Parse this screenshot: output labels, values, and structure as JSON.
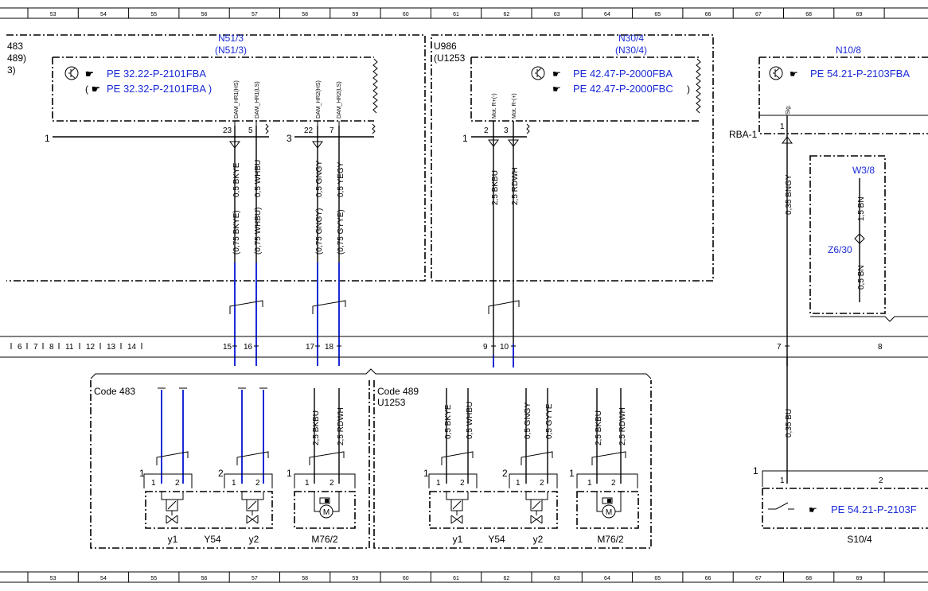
{
  "ruler": {
    "top_cells": [
      "53",
      "54",
      "55",
      "56",
      "57",
      "58",
      "59",
      "60",
      "61",
      "62",
      "63",
      "64",
      "65",
      "66",
      "67",
      "68",
      "69"
    ],
    "bottom_cells": [
      "53",
      "54",
      "55",
      "56",
      "57",
      "58",
      "59",
      "60",
      "61",
      "62",
      "63",
      "64",
      "65",
      "66",
      "67",
      "68",
      "69"
    ]
  },
  "n51": {
    "title": "N51/3",
    "title_paren": "(N51/3)",
    "left_codes": [
      "483",
      " 489)",
      "3)"
    ],
    "ref1": "PE 32.22-P-2101FBA",
    "ref2": "PE 32.32-P-2101FBA )",
    "ref2_open": "(",
    "pins": [
      {
        "num": "23",
        "sig": "DAM_HR1(HS)",
        "wire": "0,5 BKYE",
        "alt": "(0,75 BKYE)"
      },
      {
        "num": "5",
        "sig": "DAM_HR1(LS)",
        "wire": "0,5 WHBU",
        "alt": "(0,75 WHBU)"
      },
      {
        "num": "22",
        "sig": "DAM_HR2(HS)",
        "wire": "0,5 GNGY",
        "alt": "(0,75 GNGY)"
      },
      {
        "num": "7",
        "sig": "DAM_HR2(LS)",
        "wire": "0,5 YEGY",
        "alt": "(0,75 GYYE)"
      }
    ],
    "con1": "1",
    "con3": "3"
  },
  "n30": {
    "title": "N30/4",
    "title_paren": "(N30/4)",
    "left_code": "U986",
    "left_code2": "(U1253",
    "ref1": "PE 42.47-P-2000FBA",
    "ref2": "PE 42.47-P-2000FBC",
    "ref2_close": ")",
    "pins": [
      {
        "num": "2",
        "sig": "Mot. R+(-)",
        "wire": "2,5 BKBU"
      },
      {
        "num": "3",
        "sig": "Mot. R-(+)",
        "wire": "2,5 RDWH"
      }
    ],
    "con1": "1"
  },
  "n10": {
    "title": "N10/8",
    "ref1": "PE 54.21-P-2103FBA",
    "pin": "1",
    "sig": "Sig.",
    "rba": "RBA-1",
    "wire": "0,35 BNGY"
  },
  "w3": {
    "w": "W3/8",
    "z": "Z6/30",
    "wire_up": "1,5 BN",
    "wire_down": "0,5 BN"
  },
  "connector_strip": {
    "left_pins": [
      "6",
      "7",
      "8",
      "11",
      "12",
      "13",
      "14"
    ],
    "pins": [
      "15",
      "16",
      "17",
      "18",
      "9",
      "10",
      "7",
      "8"
    ]
  },
  "code483": {
    "label": "Code 483",
    "motor_wires": [
      "2,5 BKBU",
      "2,5 RDWH"
    ],
    "group1": "1",
    "group2": "2",
    "group3": "1",
    "pin1": "1",
    "pin2": "2",
    "y1": "y1",
    "y54": "Y54",
    "y2": "y2",
    "motor": "M76/2",
    "motor_symbol": "M"
  },
  "code489": {
    "label": "Code 489",
    "sub": "U1253",
    "wires": [
      "0,5 BKYE",
      "0,5 WHBU",
      "0,5 GNGY",
      "0,5 GYYE"
    ],
    "motor_wires": [
      "2,5 BKBU",
      "2,5 RDWH"
    ],
    "group1": "1",
    "group2": "2",
    "group3": "1",
    "pin1": "1",
    "pin2": "2",
    "y1": "y1",
    "y54": "Y54",
    "y2": "y2",
    "motor": "M76/2",
    "motor_symbol": "M"
  },
  "s10": {
    "wire": "0,35 BU",
    "con1": "1",
    "pin1": "1",
    "pin2": "2",
    "ref": "PE 54.21-P-2103F",
    "label": "S10/4"
  },
  "colors": {
    "link": "#1b2bd6",
    "line": "#000000"
  }
}
